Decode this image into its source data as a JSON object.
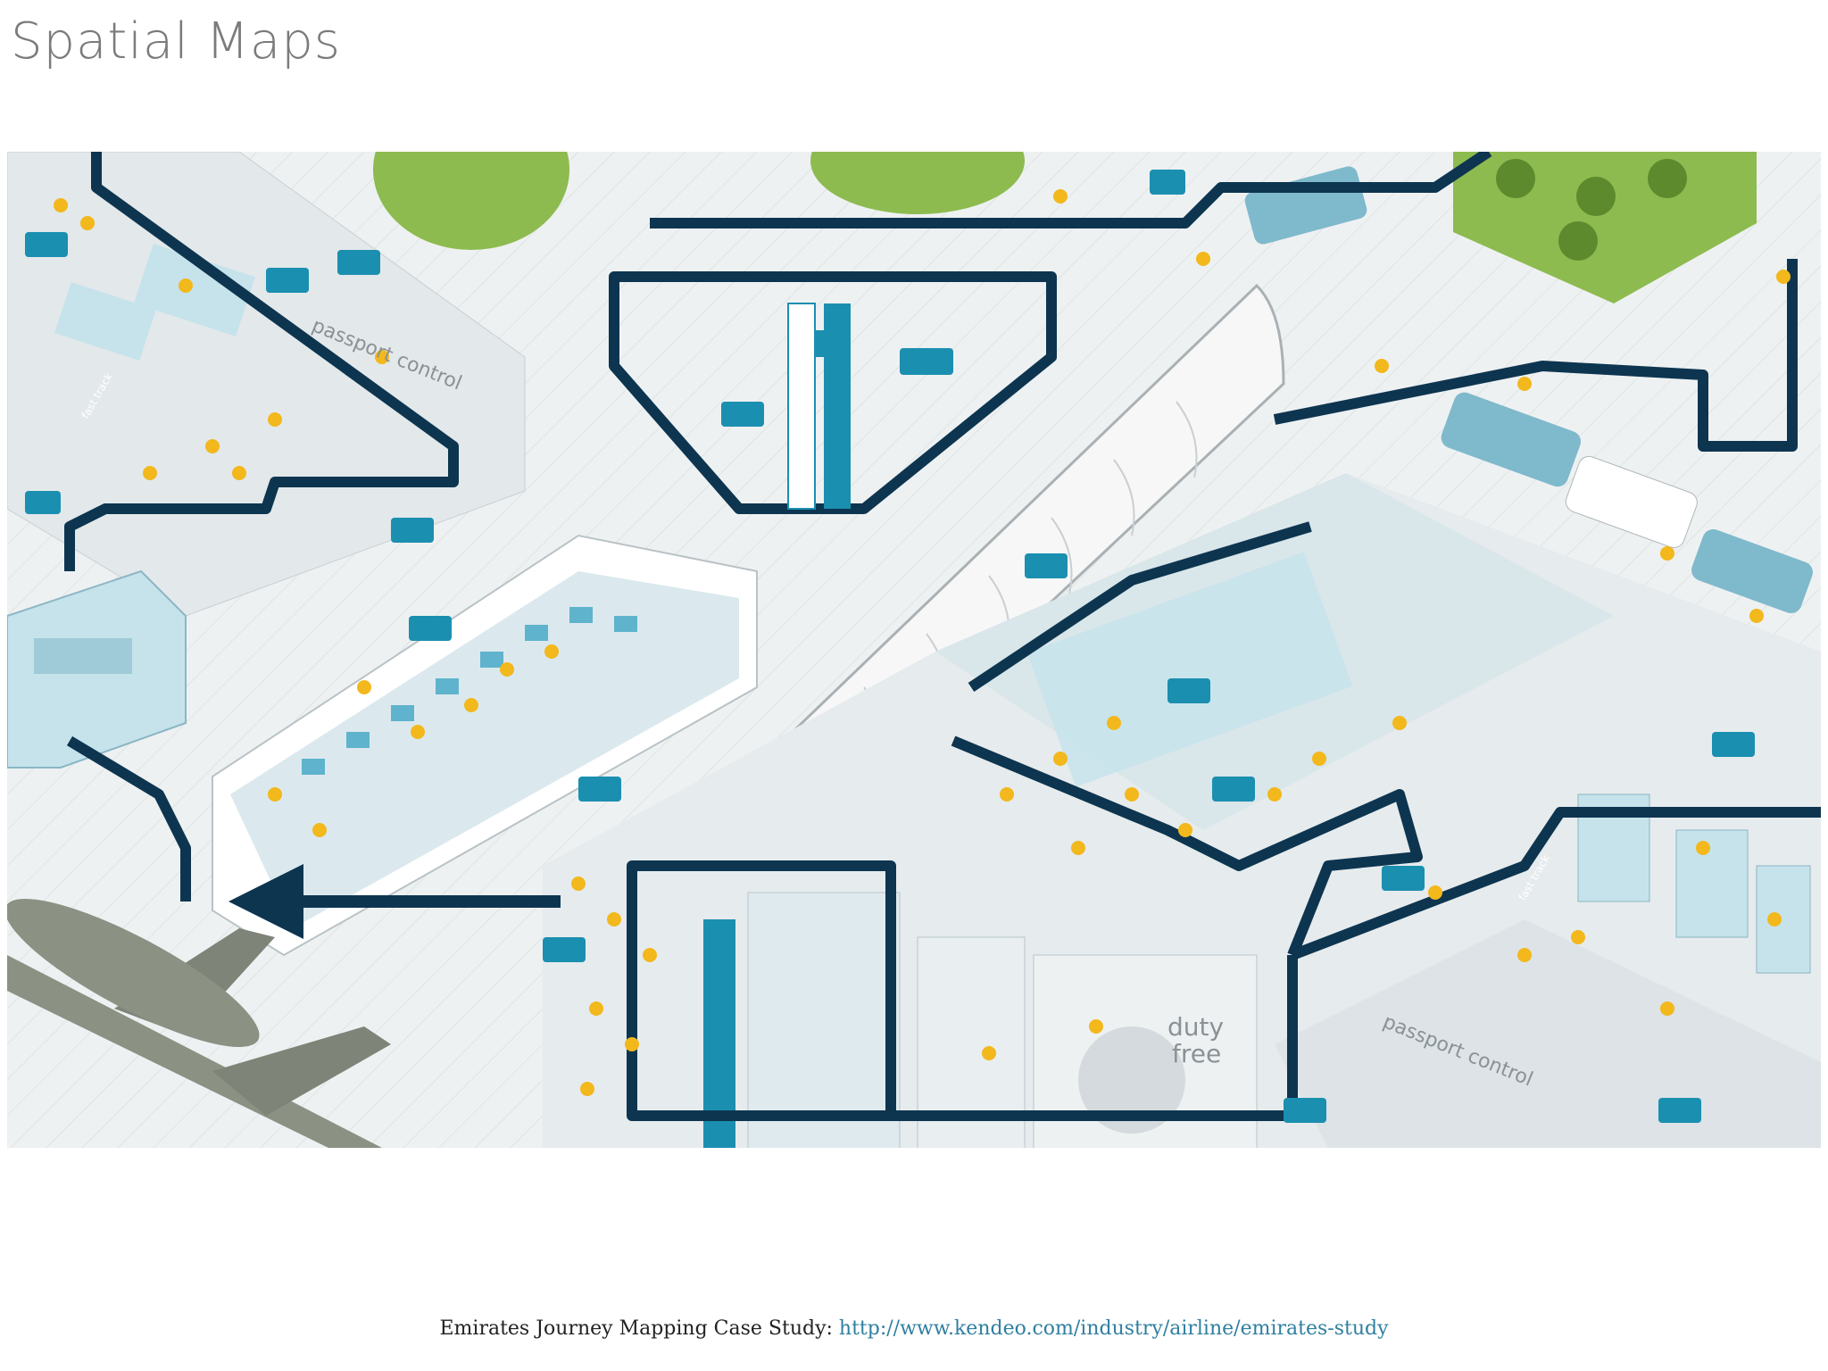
{
  "slide": {
    "title": "Spatial Maps"
  },
  "map": {
    "labels": {
      "passport_control_left": "passport control",
      "passport_control_right": "passport control",
      "fast_track_left": "fast track",
      "fast_track_right": "fast track",
      "duty_free_1": "duty",
      "duty_free_2": "free"
    }
  },
  "caption": {
    "prefix": "Emirates Journey Mapping Case Study: ",
    "link_text": "http://www.kendeo.com/industry/airline/emirates-study"
  },
  "colors": {
    "path": "#0d3550",
    "accent": "#1b8fb0",
    "grass": "#8dbb4f",
    "floor": "#e7ebed",
    "glass": "#c6e3ec",
    "plane": "#8b9183",
    "people": "#f2b81c"
  }
}
